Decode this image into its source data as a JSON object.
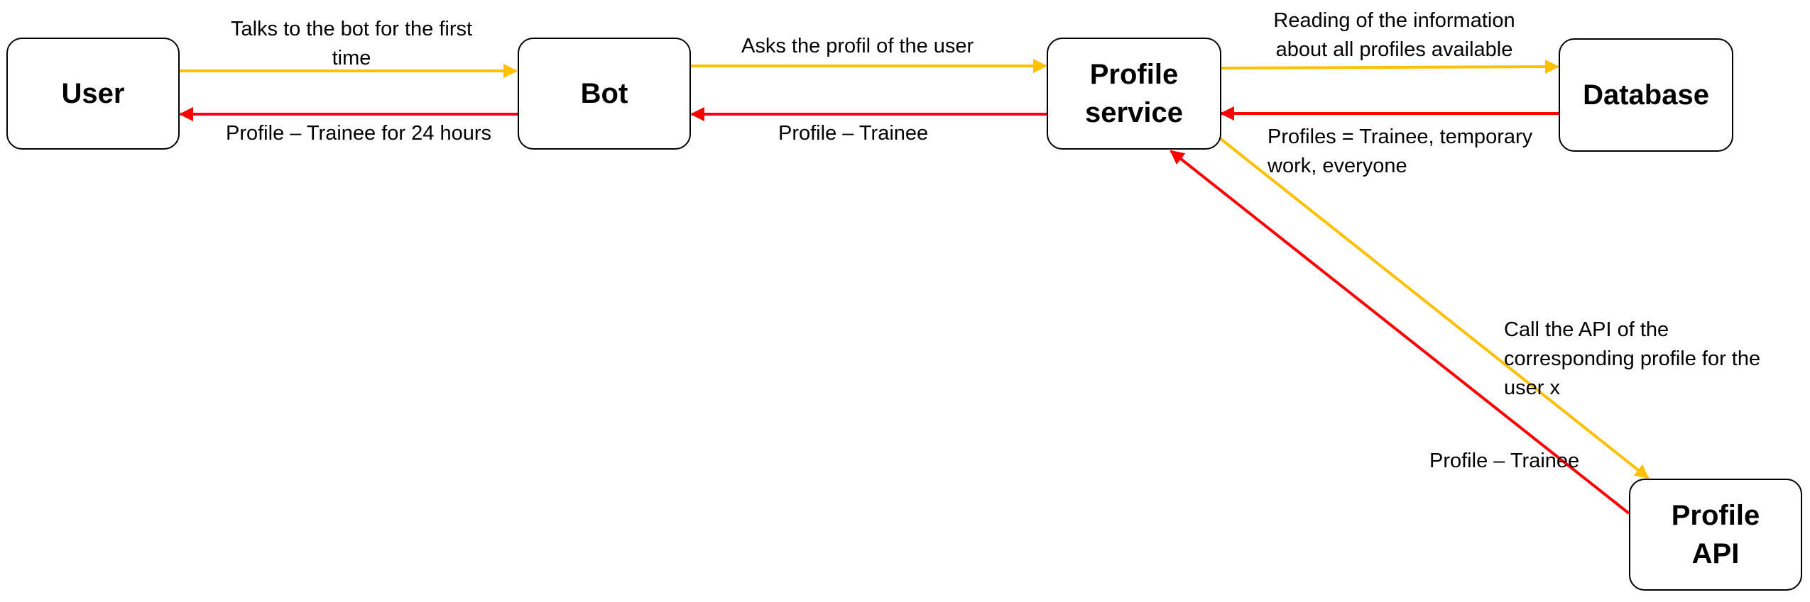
{
  "colors": {
    "request": "#FFC000",
    "response": "#FF0000",
    "border": "#000000"
  },
  "nodes": {
    "user": "User",
    "bot": "Bot",
    "profile_service_1": "Profile",
    "profile_service_2": "service",
    "database": "Database",
    "profile_api_1": "Profile",
    "profile_api_2": "API"
  },
  "edges": {
    "user_to_bot_1": "Talks to the bot for the first",
    "user_to_bot_2": "time",
    "bot_to_user": "Profile – Trainee for 24 hours",
    "bot_to_service": "Asks the profil of the user",
    "service_to_bot": "Profile – Trainee",
    "service_to_db_1": "Reading of the information",
    "service_to_db_2": "about all profiles available",
    "db_to_service_1": "Profiles = Trainee, temporary",
    "db_to_service_2": "work, everyone",
    "service_to_api_1": "Call the API of the",
    "service_to_api_2": "corresponding profile for the",
    "service_to_api_3": "user x",
    "api_to_service": "Profile – Trainee"
  }
}
